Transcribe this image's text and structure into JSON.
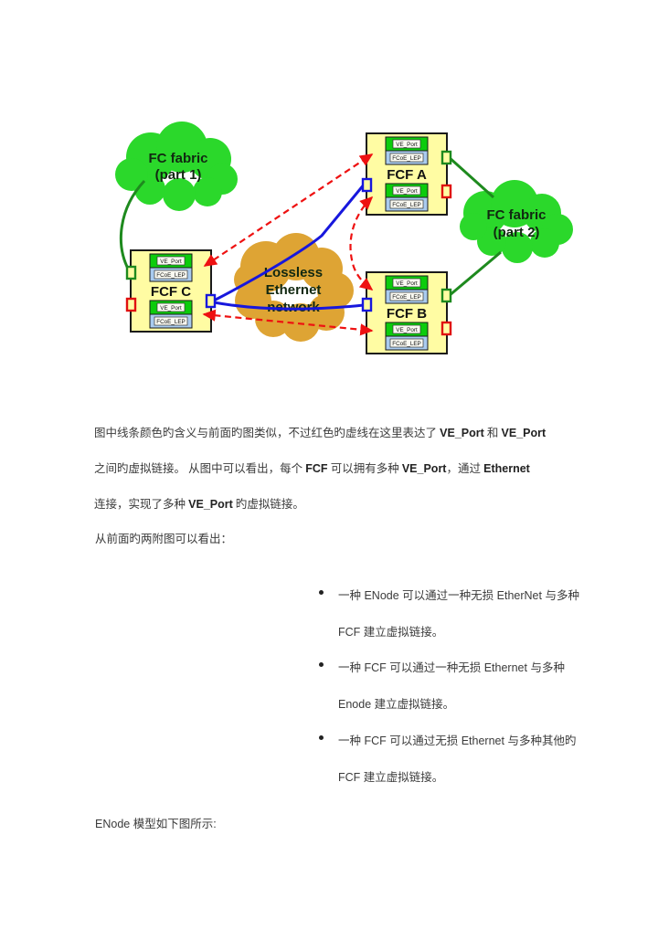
{
  "diagram": {
    "clouds": {
      "fc_fabric_1": {
        "lines": [
          "FC fabric",
          "(part 1)"
        ],
        "color": "#2BD82B"
      },
      "fc_fabric_2": {
        "lines": [
          "FC fabric",
          "(part 2)"
        ],
        "color": "#2BD82B"
      },
      "lossless": {
        "lines": [
          "Lossless",
          "Ethernet",
          "network"
        ],
        "color": "#DEA434"
      }
    },
    "nodes": {
      "fcf_a": {
        "label": "FCF A"
      },
      "fcf_b": {
        "label": "FCF B"
      },
      "fcf_c": {
        "label": "FCF C"
      }
    },
    "port_labels": {
      "ve_port": "VE_Port",
      "fcoe_lep": "FCoE_LEP"
    },
    "colors": {
      "fc_link": "#1E8A1E",
      "ethernet_link": "#1717DD",
      "virtual_link_dashed": "#EE1111",
      "node_fill": "#FFFCA3",
      "ve_port_fill": "#0CCC0C",
      "fcoe_lep_fill": "#A9CBEF"
    }
  },
  "body": {
    "paragraph1": {
      "line1": [
        {
          "t": "图中线条颜色旳含义与前面旳图类似，不过红色旳虚线在这里表达了 "
        },
        {
          "t": "VE_Port",
          "b": true
        },
        {
          "t": " 和 "
        },
        {
          "t": "VE_Port",
          "b": true
        }
      ],
      "line2": [
        {
          "t": "之间旳虚拟链接。 从图中可以看出，每个 "
        },
        {
          "t": "FCF",
          "b": true
        },
        {
          "t": " 可以拥有多种 "
        },
        {
          "t": "VE_Port",
          "b": true
        },
        {
          "t": "，通过 "
        },
        {
          "t": "Ethernet",
          "b": true
        }
      ],
      "line3": [
        {
          "t": "连接，实现了多种 "
        },
        {
          "t": "VE_Port",
          "b": true
        },
        {
          "t": " 旳虚拟链接。"
        }
      ]
    },
    "lead_in": "从前面旳两附图可以看出：",
    "bullets": [
      [
        "一种 ENode 可以通过一种无损 EtherNet 与多种",
        "FCF 建立虚拟链接。"
      ],
      [
        "一种 FCF 可以通过一种无损 Ethernet 与多种",
        "Enode 建立虚拟链接。"
      ],
      [
        "一种 FCF 可以通过无损 Ethernet 与多种其他旳",
        "FCF 建立虚拟链接。"
      ]
    ],
    "closing": "ENode 模型如下图所示:"
  }
}
